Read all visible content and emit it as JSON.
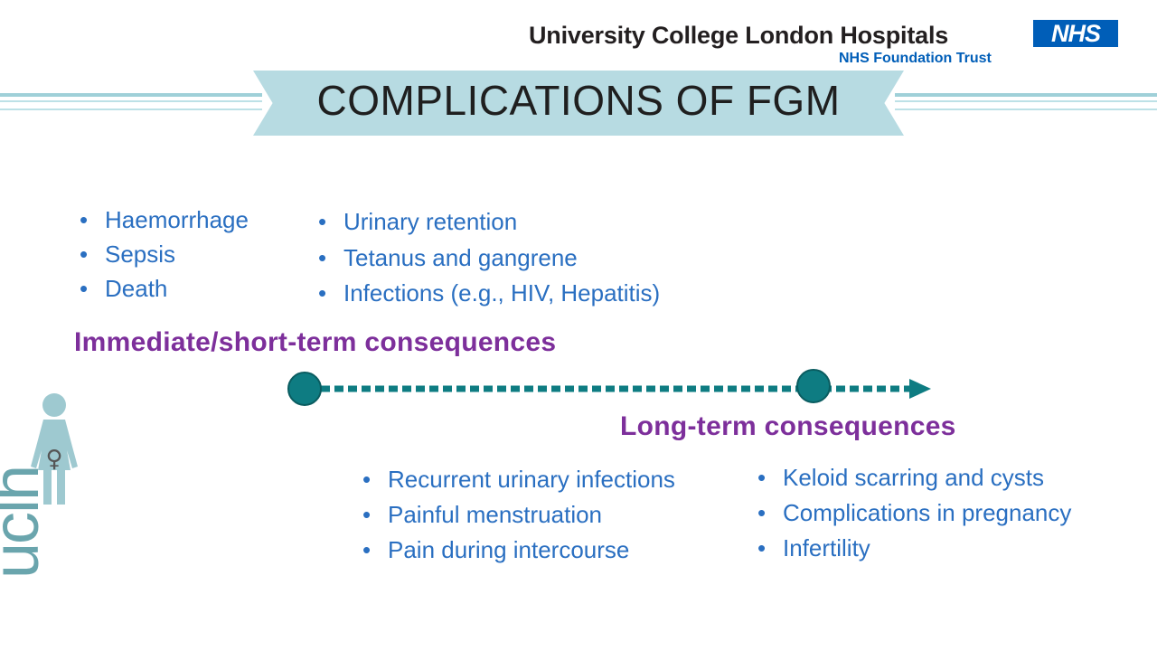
{
  "header": {
    "hospital_name": "University College London Hospitals",
    "nhs_logo": "NHS",
    "trust_name": "NHS Foundation Trust"
  },
  "banner": {
    "title": "COMPLICATIONS OF FGM"
  },
  "immediate": {
    "heading": "Immediate/short-term consequences",
    "list_a": [
      "Haemorrhage",
      "Sepsis",
      "Death"
    ],
    "list_b": [
      "Urinary retention",
      "Tetanus and gangrene",
      "Infections (e.g., HIV, Hepatitis)"
    ]
  },
  "long_term": {
    "heading": "Long-term consequences",
    "list_c": [
      "Recurrent urinary infections",
      "Painful menstruation",
      "Pain during intercourse"
    ],
    "list_d": [
      "Keloid scarring and cysts",
      "Complications in pregnancy",
      "Infertility"
    ]
  },
  "brand": {
    "logo_text": "uclh",
    "female_symbol": "♀"
  },
  "colors": {
    "nhs_blue": "#005eb8",
    "bullet_text": "#2a6fc1",
    "heading_purple": "#7d2f9b",
    "timeline_teal": "#0e7c82",
    "banner_fill": "#b7dbe2"
  }
}
